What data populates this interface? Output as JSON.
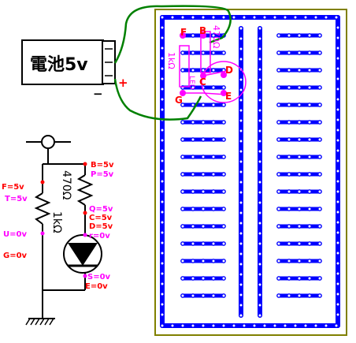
{
  "battery": {
    "label": "電池5v",
    "plus": "+",
    "minus": "−"
  },
  "breadboard_labels": {
    "F": "F",
    "B": "B",
    "C": "C",
    "D": "D",
    "E": "E",
    "G": "G",
    "r470": "470Ω",
    "r1k": "1kΩ",
    "led": "LED"
  },
  "schematic": {
    "r470": "470Ω",
    "r1k": "1kΩ",
    "nodes": {
      "B": "B=5v",
      "P": "P=5v",
      "F": "F=5v",
      "T": "T=5v",
      "Q": "Q=5v",
      "C": "C=5v",
      "D": "D=5v",
      "r": "r=0v",
      "U": "U=0v",
      "G": "G=0v",
      "S": "S=0v",
      "E": "E=0v"
    }
  },
  "colors": {
    "breadboard_border": "#808000",
    "strip": "#0000ff",
    "wire": "#008000",
    "red_label": "#ff0000",
    "magenta": "#ff00ff",
    "black": "#000000"
  }
}
